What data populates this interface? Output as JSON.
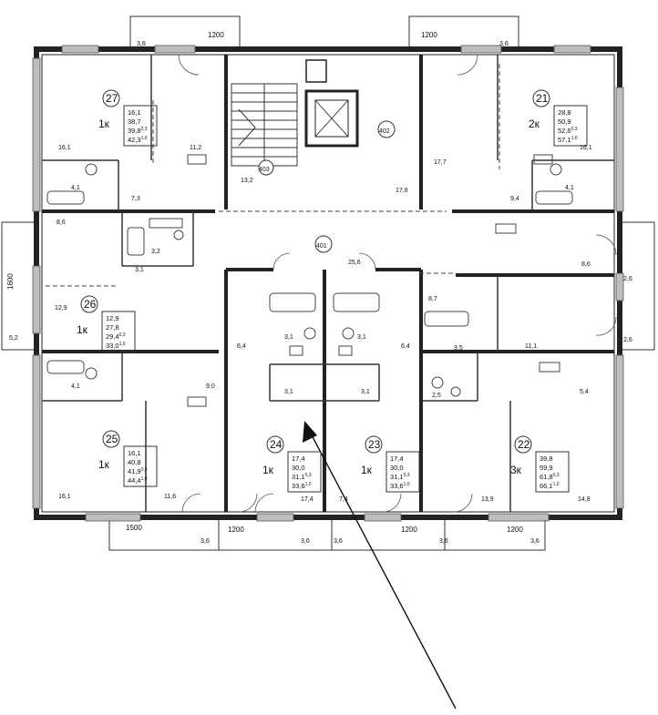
{
  "dimensions": {
    "width_1200": "1200",
    "width_1500": "1500",
    "width_1600": "1600",
    "d36": "3,6",
    "d26": "2,6",
    "d52": "5,2"
  },
  "core": {
    "stair_number": "403",
    "stair_area": "13,2",
    "elevator_number": "402",
    "elevator_area": "17,8",
    "hall_number": "401",
    "hall_area": "25,6"
  },
  "apartments": [
    {
      "number": "27",
      "type": "1к",
      "values": [
        "16,1",
        "38,7",
        "39,8",
        "42,3"
      ]
    },
    {
      "number": "21",
      "type": "2к",
      "values": [
        "28,8",
        "50,9",
        "52,6",
        "57,1"
      ]
    },
    {
      "number": "26",
      "type": "1к",
      "values": [
        "12,9",
        "27,8",
        "29,4",
        "33,0"
      ]
    },
    {
      "number": "25",
      "type": "1к",
      "values": [
        "16,1",
        "40,8",
        "41,9",
        "44,4"
      ]
    },
    {
      "number": "24",
      "type": "1к",
      "values": [
        "17,4",
        "30,0",
        "31,1",
        "33,6"
      ]
    },
    {
      "number": "23",
      "type": "1к",
      "values": [
        "17,4",
        "30,0",
        "31,1",
        "33,6"
      ]
    },
    {
      "number": "22",
      "type": "3к",
      "values": [
        "39,8",
        "59,9",
        "61,8",
        "66,1"
      ]
    }
  ],
  "superscripts": {
    "k03": "0,3",
    "k10": "1,0"
  },
  "room_areas": {
    "a27_living": "16,1",
    "a27_kitchen": "11,2",
    "a27_hall": "7,3",
    "a27_bath": "4,1",
    "a21_living": "16,1",
    "a21_room2": "17,7",
    "a21_hall": "9,4",
    "a21_bath": "4,1",
    "a26_balc": "8,6",
    "a26_bath": "3,2",
    "a26_hall": "3,1",
    "a26_living": "12,9",
    "a25_bath": "4,1",
    "a25_hall": "9,0",
    "a25_living": "16,1",
    "a25_kitchen": "11,6",
    "a24_hall": "6,4",
    "a24_bath": "3,1",
    "a24_corr": "3,1",
    "a24_living": "17,4",
    "a23_hall": "6,4",
    "a23_bath": "3,1",
    "a23_corr": "3,1",
    "a23_living": "7,4",
    "a22_wc": "8,7",
    "a22_bath": "3,5",
    "a22_bath2": "2,5",
    "a22_room1": "11,1",
    "a22_hall": "5,4",
    "a22_room2": "13,9",
    "a22_living": "14,8",
    "a22_balc": "8,6"
  }
}
